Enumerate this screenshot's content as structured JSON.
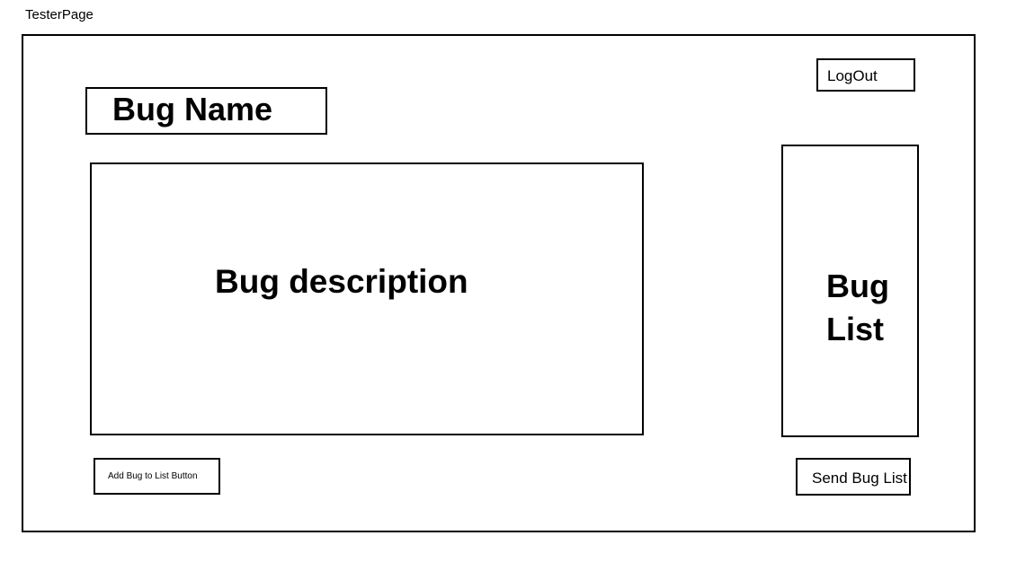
{
  "page": {
    "title": "TesterPage"
  },
  "header": {
    "logout_label": "LogOut"
  },
  "main": {
    "bug_name_label": "Bug Name",
    "bug_description_label": "Bug description",
    "bug_list_label": "Bug\nList"
  },
  "actions": {
    "add_bug_label": "Add Bug to List Button",
    "send_list_label": "Send Bug List"
  }
}
